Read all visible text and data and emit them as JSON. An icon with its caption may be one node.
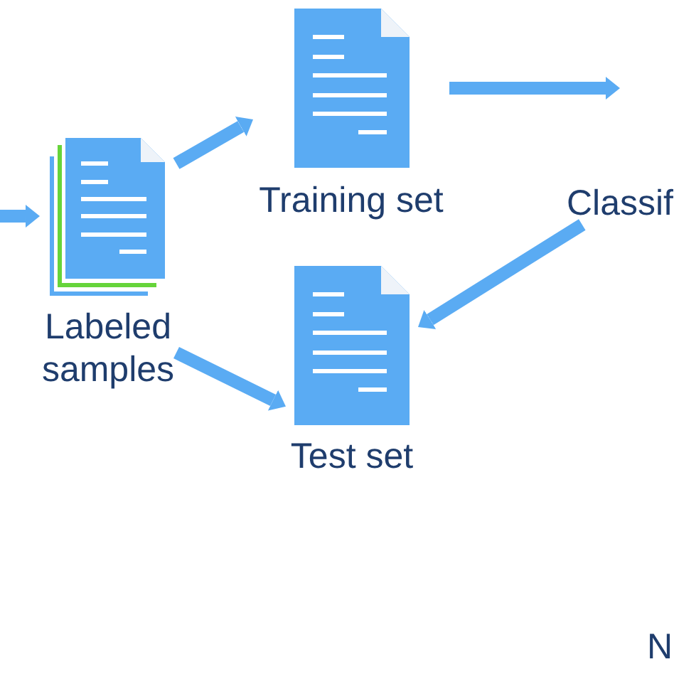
{
  "diagram": {
    "nodes": [
      {
        "text": [
          "Labeled samples"
        ]
      },
      {
        "text": [
          "Training set"
        ]
      },
      {
        "text": [
          "Test set"
        ]
      },
      {
        "text": [
          "Classif"
        ]
      }
    ],
    "edges": [
      {
        "from": null,
        "to": 0,
        "arrow": "to"
      },
      {
        "from": 0,
        "to": 1,
        "arrow": "to"
      },
      {
        "from": 0,
        "to": 2,
        "arrow": "to"
      },
      {
        "from": 1,
        "to": null,
        "arrow": "to"
      },
      {
        "from": 3,
        "to": 2,
        "arrow": "to"
      }
    ],
    "labels": [
      "N"
    ]
  }
}
